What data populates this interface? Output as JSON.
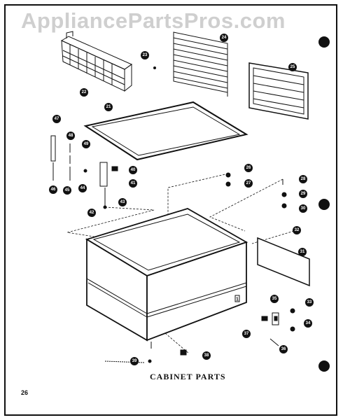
{
  "watermark": "AppliancePartsPros.com",
  "caption": "CABINET PARTS",
  "page_number": "26",
  "part_labels": [
    "22",
    "23",
    "24",
    "25",
    "21",
    "47",
    "48",
    "49",
    "40",
    "41",
    "44",
    "45",
    "46",
    "42",
    "43",
    "26",
    "27",
    "28",
    "29",
    "30",
    "32",
    "31",
    "1",
    "35",
    "33",
    "34",
    "37",
    "36",
    "38",
    "39"
  ],
  "colors": {
    "ink": "#111111",
    "watermark": "#cfcfcf",
    "background": "#ffffff"
  }
}
